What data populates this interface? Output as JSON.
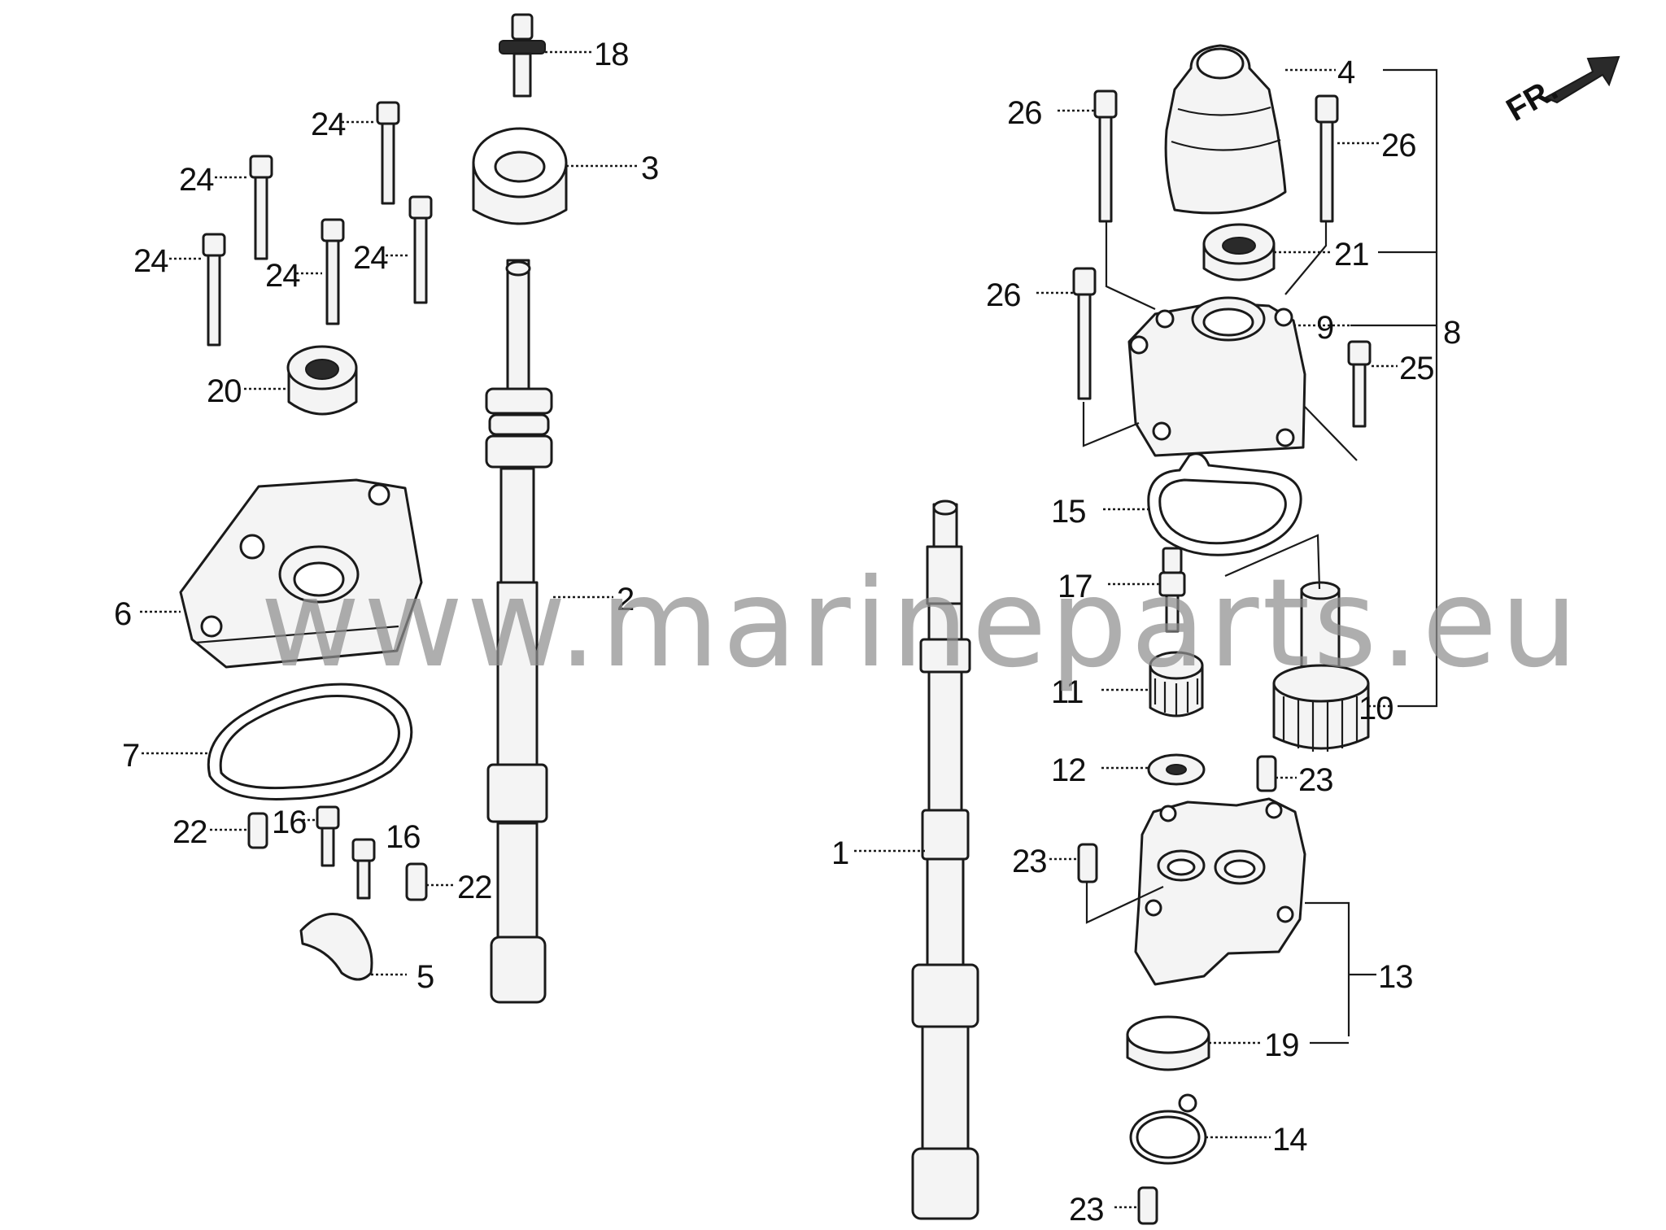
{
  "watermark": "www.marineparts.eu",
  "orientation": {
    "label": "FR.",
    "icon": "front-direction-arrow-icon"
  },
  "callouts": {
    "c1": "1",
    "c2": "2",
    "c3": "3",
    "c4": "4",
    "c5": "5",
    "c6": "6",
    "c7": "7",
    "c8": "8",
    "c9": "9",
    "c10": "10",
    "c11": "11",
    "c12": "12",
    "c13": "13",
    "c14": "14",
    "c15": "15",
    "c16a": "16",
    "c16b": "16",
    "c17": "17",
    "c18": "18",
    "c19": "19",
    "c20": "20",
    "c21": "21",
    "c22a": "22",
    "c22b": "22",
    "c23a": "23",
    "c23b": "23",
    "c23c": "23",
    "c24a": "24",
    "c24b": "24",
    "c24c": "24",
    "c24d": "24",
    "c24e": "24",
    "c25": "25",
    "c26a": "26",
    "c26b": "26",
    "c26c": "26"
  }
}
